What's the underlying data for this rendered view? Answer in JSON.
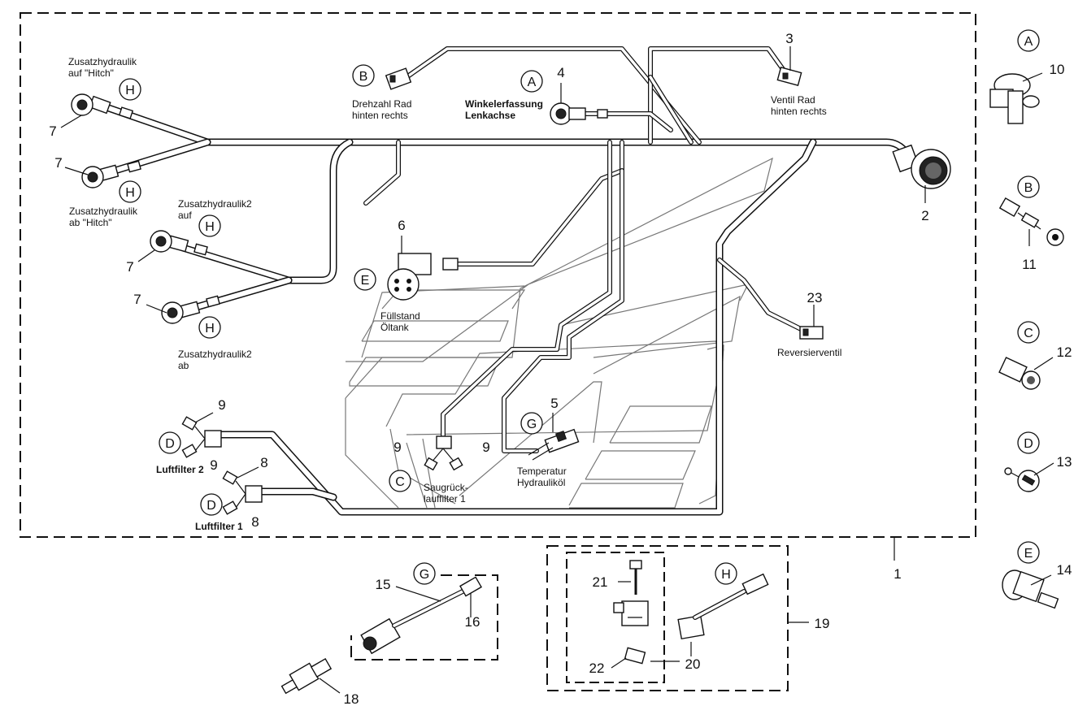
{
  "callouts": {
    "n1": "1",
    "n2": "2",
    "n3": "3",
    "n4": "4",
    "n5": "5",
    "n6": "6",
    "n7": "7",
    "n8": "8",
    "n9": "9",
    "n10": "10",
    "n11": "11",
    "n12": "12",
    "n13": "13",
    "n14": "14",
    "n15": "15",
    "n16": "16",
    "n18": "18",
    "n19": "19",
    "n20": "20",
    "n21": "21",
    "n22": "22",
    "n23": "23"
  },
  "letters": {
    "A": "A",
    "B": "B",
    "C": "C",
    "D": "D",
    "E": "E",
    "G": "G",
    "H": "H"
  },
  "labels": {
    "zh_hitch_auf_1": "Zusatzhydraulik",
    "zh_hitch_auf_2": "auf \"Hitch\"",
    "zh_hitch_ab_1": "Zusatzhydraulik",
    "zh_hitch_ab_2": "ab \"Hitch\"",
    "zh2_auf_1": "Zusatzhydraulik2",
    "zh2_auf_2": "auf",
    "zh2_ab_1": "Zusatzhydraulik2",
    "zh2_ab_2": "ab",
    "drehzahl_1": "Drehzahl Rad",
    "drehzahl_2": "hinten rechts",
    "winkel_1": "Winkelerfassung",
    "winkel_2": "Lenkachse",
    "ventil_1": "Ventil Rad",
    "ventil_2": "hinten rechts",
    "fuellstand_1": "Füllstand",
    "fuellstand_2": "Öltank",
    "reversier": "Reversierventil",
    "temperatur_1": "Temperatur",
    "temperatur_2": "Hydrauliköl",
    "saug_1": "Saugrück-",
    "saug_2": "lauffilter 1",
    "luftfilter2": "Luftfilter 2",
    "luftfilter1": "Luftfilter 1"
  }
}
